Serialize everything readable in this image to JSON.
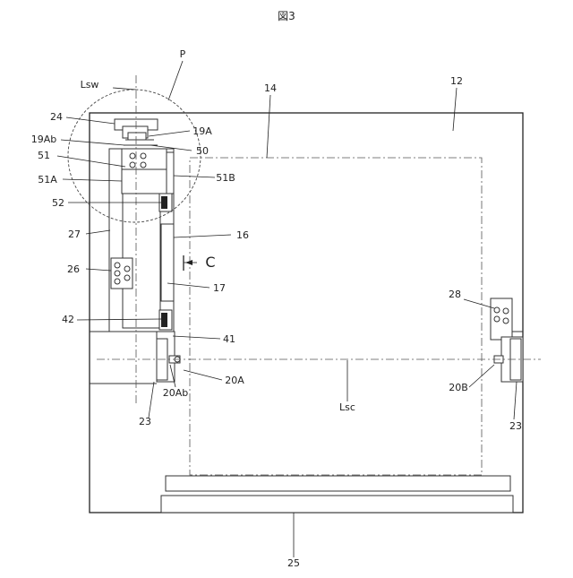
{
  "figure_title": "図3",
  "labels": {
    "P": "P",
    "Lsw": "Lsw",
    "n14": "14",
    "n12": "12",
    "n24": "24",
    "n19A": "19A",
    "n19Ab": "19Ab",
    "n50": "50",
    "n51": "51",
    "n51A": "51A",
    "n51B": "51B",
    "n52": "52",
    "n27": "27",
    "n16": "16",
    "C": "C",
    "n26": "26",
    "n17": "17",
    "n28": "28",
    "n42": "42",
    "n41": "41",
    "n20A": "20A",
    "n20Ab": "20Ab",
    "n20B": "20B",
    "Lsc": "Lsc",
    "n23L": "23",
    "n23R": "23",
    "n25": "25"
  }
}
